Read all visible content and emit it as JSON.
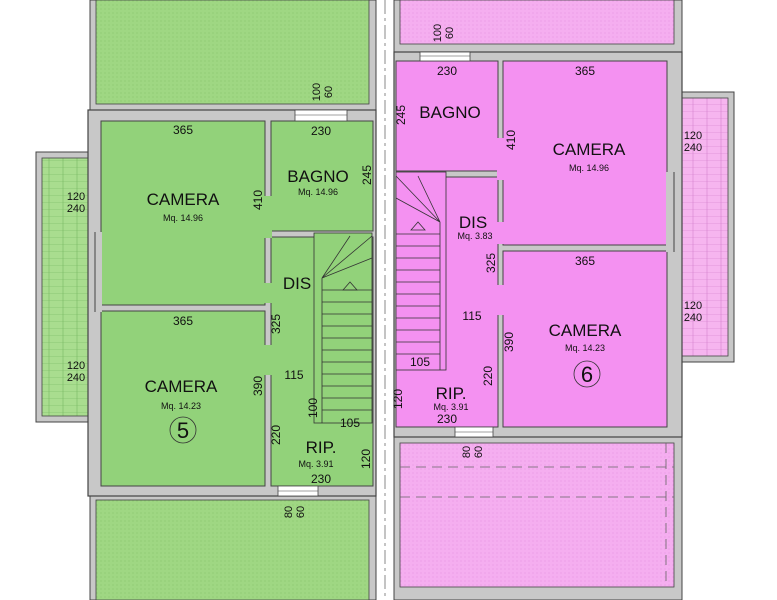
{
  "colors": {
    "green_fill": "#92d27a",
    "green_hatch": "#a9dd8f",
    "pink_fill": "#f491f1",
    "pink_hatch": "#f6b5ef",
    "wall": "#c8c8c8",
    "wall_stroke": "#444444"
  },
  "unit5": {
    "number": "5",
    "camera_top": {
      "name": "CAMERA",
      "area": "Mq. 14.96",
      "width": "365",
      "height": "410"
    },
    "camera_bottom": {
      "name": "CAMERA",
      "area": "Mq. 14.23",
      "width": "365",
      "height": "390"
    },
    "bagno": {
      "name": "BAGNO",
      "area": "Mq. 14.96",
      "width": "230",
      "height": "245"
    },
    "dis": {
      "name": "DIS",
      "height": "325",
      "width": "115"
    },
    "rip": {
      "name": "RIP.",
      "area": "Mq. 3.91",
      "width": "230",
      "height": "220",
      "side": "120"
    },
    "stair": {
      "width": "105",
      "height": "100"
    },
    "balcony": {
      "d1": "120",
      "d2": "240"
    },
    "window_top": {
      "d1": "100",
      "d2": "60"
    },
    "window_bottom": {
      "d1": "80",
      "d2": "60"
    }
  },
  "unit6": {
    "number": "6",
    "camera_top": {
      "name": "CAMERA",
      "area": "Mq. 14.96",
      "width": "365",
      "height": "410"
    },
    "camera_bottom": {
      "name": "CAMERA",
      "area": "Mq. 14.23",
      "width": "365",
      "height": "390"
    },
    "bagno": {
      "name": "BAGNO",
      "width": "230",
      "height": "245"
    },
    "dis": {
      "name": "DIS",
      "area": "Mq. 3.83",
      "height": "325",
      "width": "115"
    },
    "rip": {
      "name": "RIP.",
      "area": "Mq. 3.91",
      "width": "230",
      "height": "220",
      "side": "120"
    },
    "stair": {
      "width": "105"
    },
    "balcony_top": {
      "d1": "120",
      "d2": "240"
    },
    "balcony_bottom": {
      "d1": "120",
      "d2": "240"
    },
    "window_top": {
      "d1": "100",
      "d2": "60"
    },
    "window_bottom": {
      "d1": "80",
      "d2": "60"
    }
  }
}
